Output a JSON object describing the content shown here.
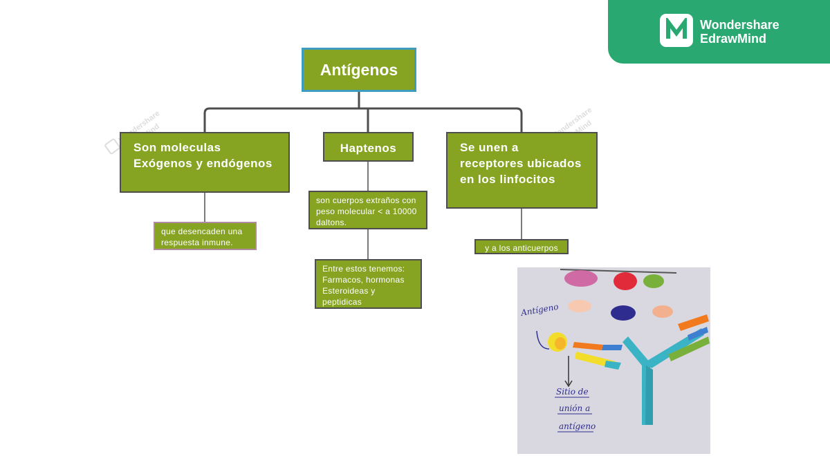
{
  "brand": {
    "line1": "Wondershare",
    "line2": "EdrawMind"
  },
  "watermark": {
    "line1": "Wondershare",
    "line2": "EdrawMind"
  },
  "root": {
    "label": "Antígenos"
  },
  "branches": [
    {
      "label": "Son moleculas Exógenos y endógenos"
    },
    {
      "label": "Haptenos"
    },
    {
      "label": "Se unen a receptores ubicados en los linfocitos"
    }
  ],
  "leaves": [
    {
      "label": "que desencaden una respuesta inmune."
    },
    {
      "label": "son cuerpos extraños con peso molecular < a 10000 daltons."
    },
    {
      "label": "Entre estos tenemos: Farmacos, hormonas Esteroideas y peptidicas"
    },
    {
      "label": "y a los anticuerpos"
    }
  ],
  "photo": {
    "label_antigen": "Antígeno",
    "label_site_1": "Sitio de",
    "label_site_2": "unión a",
    "label_site_3": "antígeno"
  },
  "colors": {
    "node_fill": "#86a422",
    "root_border": "#3e9cc1",
    "brand_green": "#2aa872",
    "connector": "#4d4d4d"
  }
}
